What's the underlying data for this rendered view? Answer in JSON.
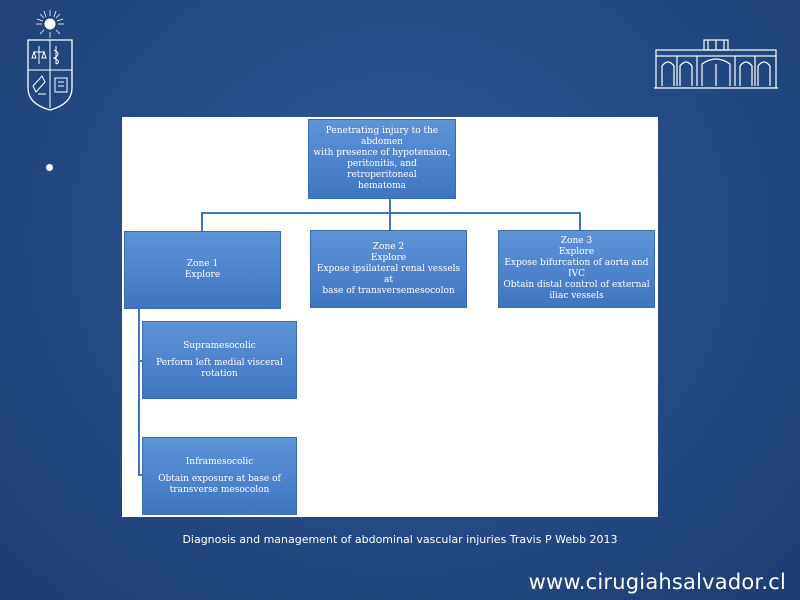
{
  "diagram": {
    "root": {
      "lines": [
        "Penetrating injury to the abdomen",
        "with presence of hypotension,",
        "peritonitis, and retroperitoneal",
        "hematoma"
      ]
    },
    "zone1": {
      "title": "Zone 1",
      "action": "Explore"
    },
    "zone2": {
      "title": "Zone 2",
      "action": "Explore",
      "detail": [
        "Expose ipsilateral renal vessels at",
        "base of transversemesocolon"
      ]
    },
    "zone3": {
      "title": "Zone 3",
      "action": "Explore",
      "detail1": "Expose bifurcation of aorta and IVC",
      "detail2": [
        "Obtain distal control of external",
        "iliac vessels"
      ]
    },
    "supra": {
      "title": "Supramesocolic",
      "detail": [
        "Perform left medial visceral",
        "rotation"
      ]
    },
    "infra": {
      "title": "Inframesocolic",
      "detail": [
        "Obtain exposure at base of",
        "transverse mesocolon"
      ]
    }
  },
  "caption": "Diagnosis and management of abdominal vascular injuries Travis P Webb   2013",
  "website": "www.cirugiahsalvador.cl",
  "colors": {
    "background": "#244a85",
    "box": "#4b82cb",
    "panel": "#ffffff"
  }
}
